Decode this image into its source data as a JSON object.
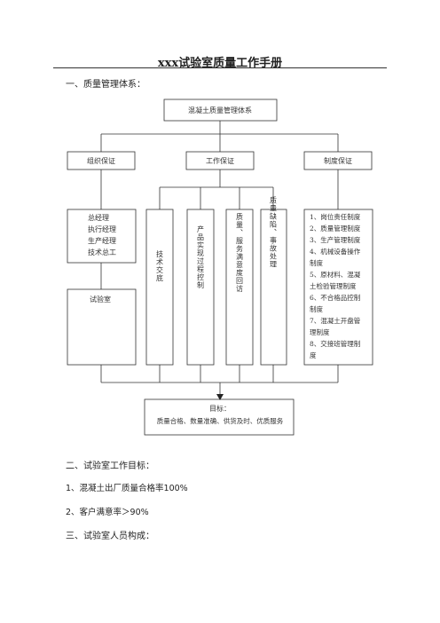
{
  "document": {
    "title": "xxx试验室质量工作手册",
    "section1_heading": "一、质量管理体系：",
    "section2_heading": "二、试验室工作目标：",
    "goal_1": "1、混凝土出厂质量合格率100%",
    "goal_2": "2、客户满意率＞90%",
    "section3_heading": "三、试验室人员构成："
  },
  "chart": {
    "root": "混凝土质量管理体系",
    "branch_org": "组织保证",
    "branch_work": "工作保证",
    "branch_system": "制度保证",
    "org_roles": [
      "总经理",
      "执行经理",
      "生产经理",
      "技术总工"
    ],
    "lab": "试验室",
    "work_items": [
      "技术交底",
      "产品实现过程控制",
      "质量、服务满意度回访",
      "质量缺陷、事故处理"
    ],
    "system_items": [
      "1、岗位责任制度",
      "2、质量管理制度",
      "3、生产管理制度",
      "4、机械设备操作",
      "制度",
      "5、原材料、混凝",
      "土检验管理制度",
      "6、不合格品控制",
      "制度",
      "7、混凝土开盘管",
      "理制度",
      "8、交接班管理制",
      "度"
    ],
    "goal_label": "目标：",
    "goal_text": "质量合格、数量准确、供货及时、优质服务"
  }
}
